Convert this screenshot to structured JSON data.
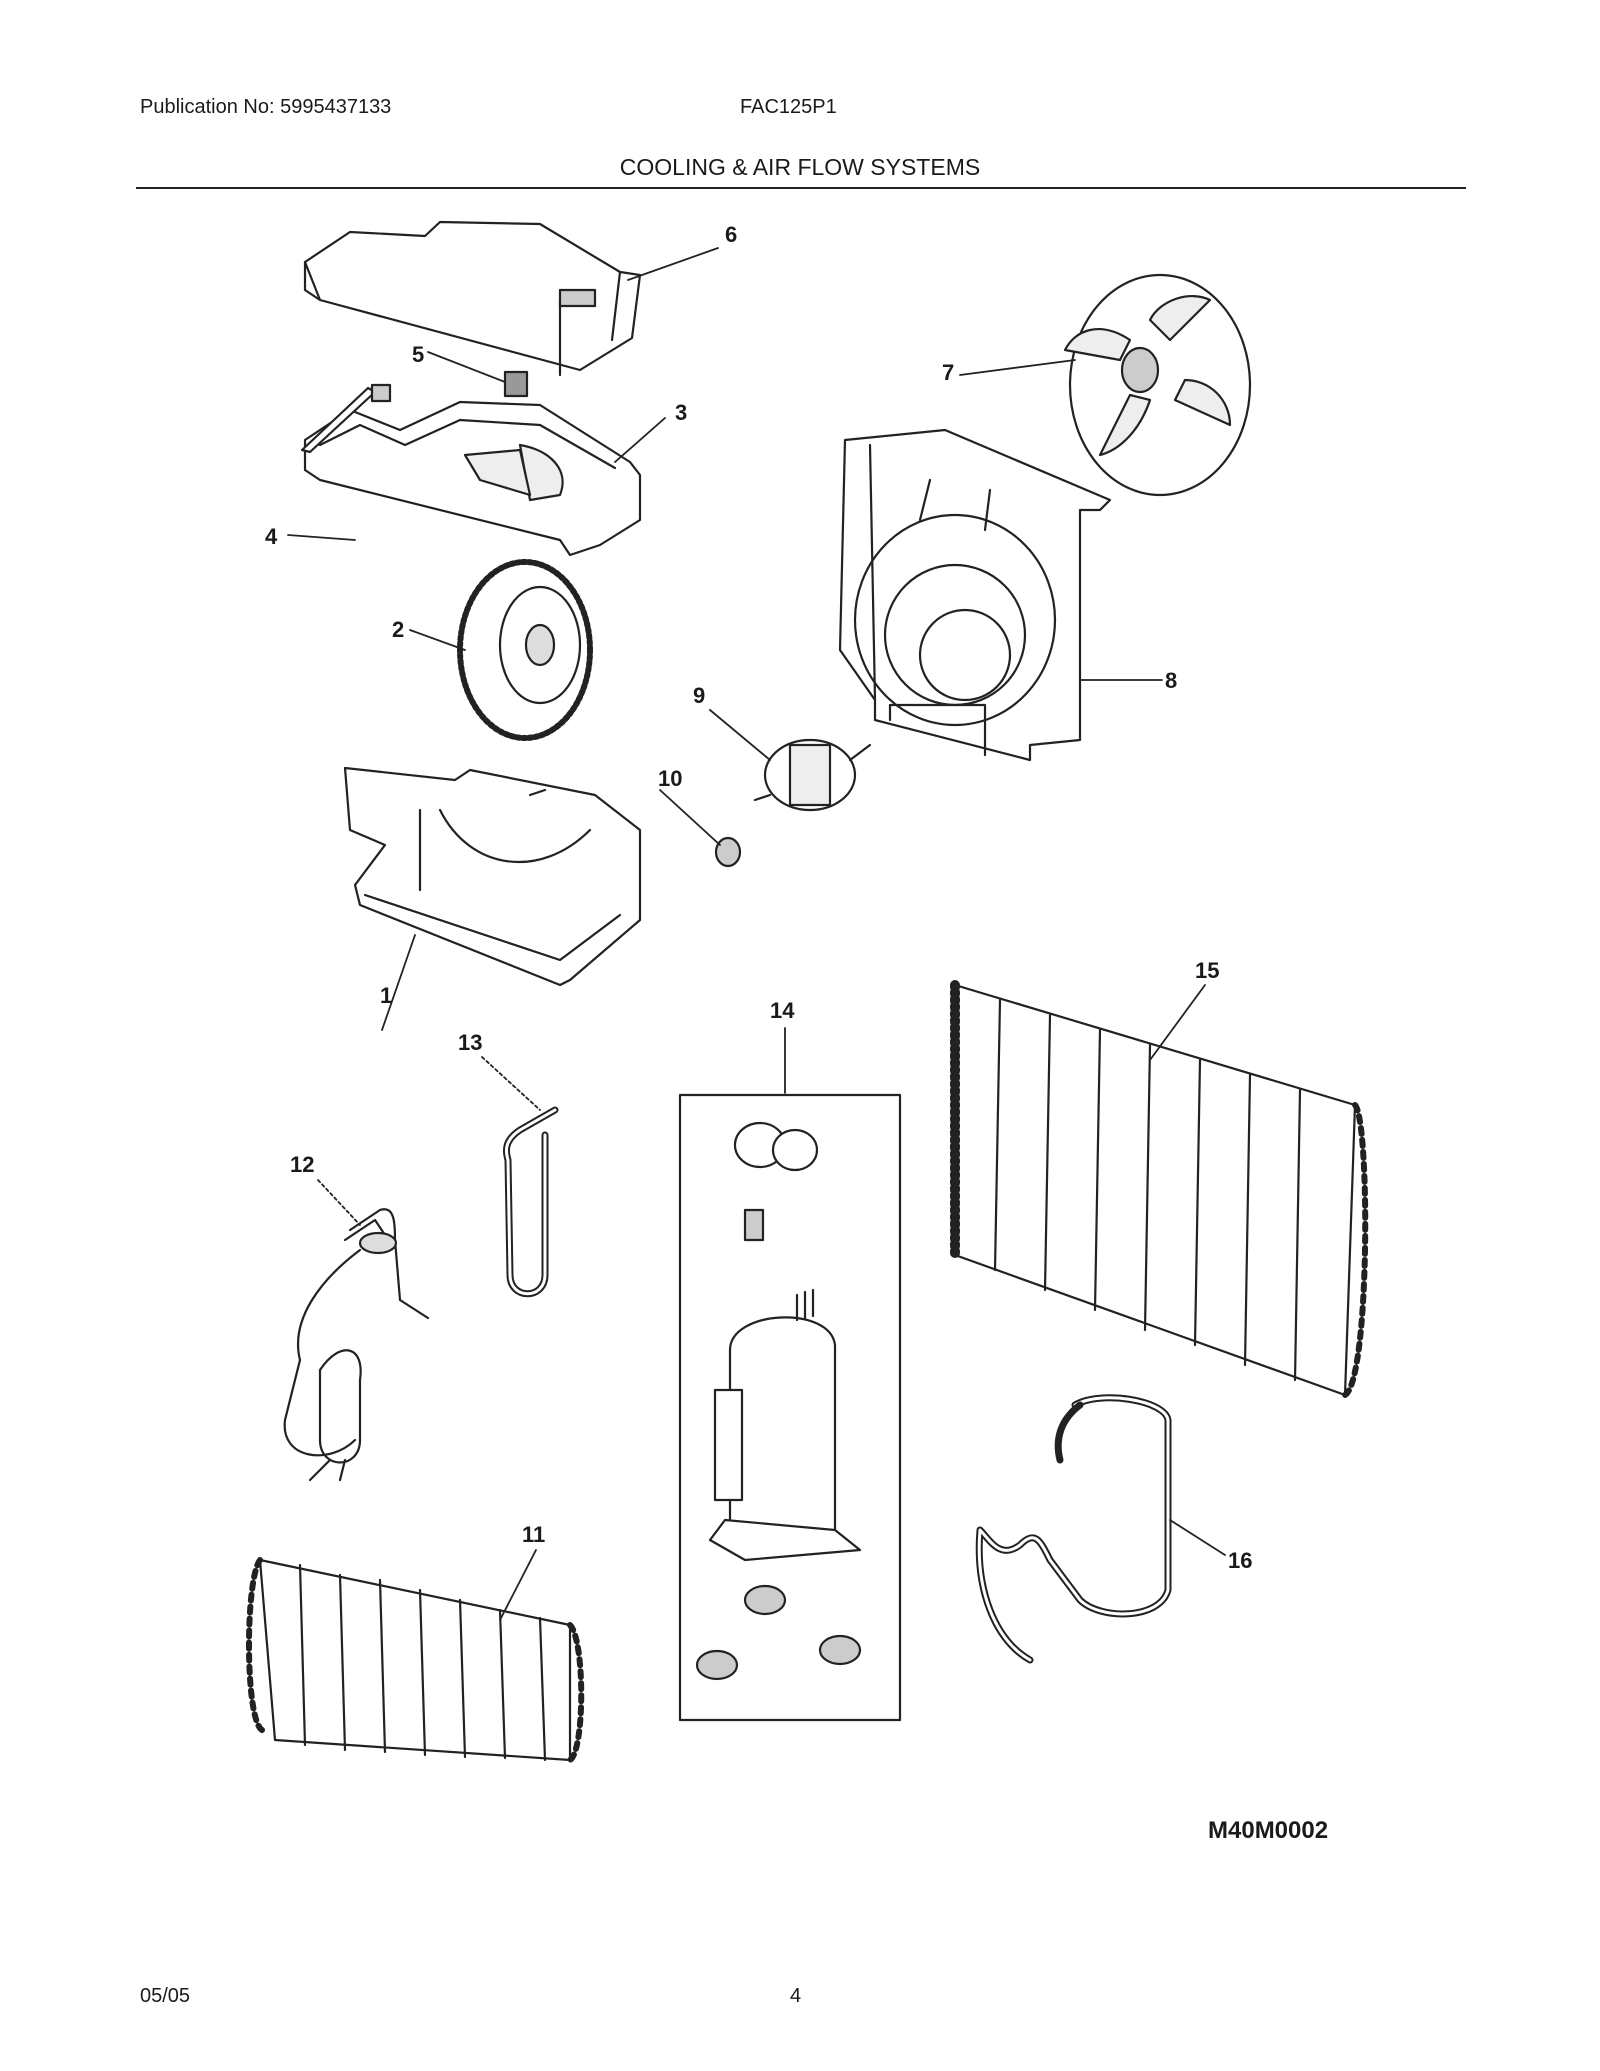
{
  "header": {
    "publication": "Publication No: 5995437133",
    "model": "FAC125P1",
    "section_title": "COOLING & AIR FLOW SYSTEMS"
  },
  "callouts": [
    "1",
    "2",
    "3",
    "4",
    "5",
    "6",
    "7",
    "8",
    "9",
    "10",
    "11",
    "12",
    "13",
    "14",
    "15",
    "16"
  ],
  "diagram_code": "M40M0002",
  "footer": {
    "date": "05/05",
    "page": "4"
  }
}
